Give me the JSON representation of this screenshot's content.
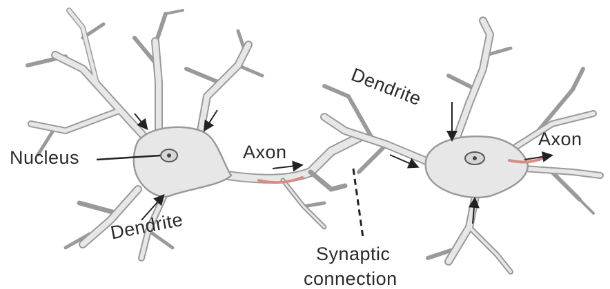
{
  "labels": {
    "nucleus": "Nucleus",
    "axon_left": "Axon",
    "axon_right": "Axon",
    "dendrite_bottom": "Dendrite",
    "dendrite_top": "Dendrite",
    "synaptic_line1": "Synaptic",
    "synaptic_line2": "connection"
  },
  "colors": {
    "cell_fill": "#e7e7e7",
    "cell_outline": "#9a9a9a",
    "axon_highlight": "#d98c86",
    "arrow": "#222222",
    "text": "#2a2a2a"
  }
}
